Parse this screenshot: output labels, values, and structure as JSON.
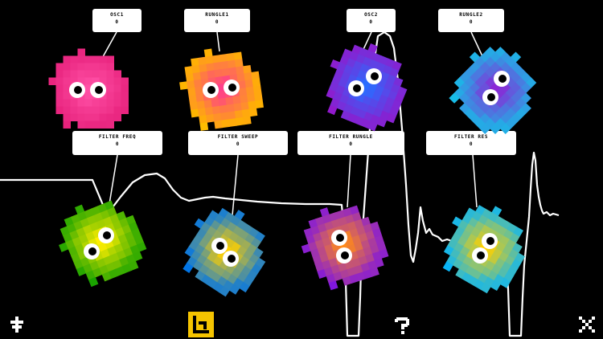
{
  "controls": [
    {
      "id": "osc1",
      "name": "OSC1",
      "value": "0",
      "colors": [
        "#e9257f",
        "#ff4fa5"
      ]
    },
    {
      "id": "rungle1",
      "name": "RUNGLE1",
      "value": "0",
      "colors": [
        "#ffb400",
        "#ff3f8a"
      ]
    },
    {
      "id": "osc2",
      "name": "OSC2",
      "value": "0",
      "colors": [
        "#8a1fd0",
        "#2a6cff"
      ]
    },
    {
      "id": "rungle2",
      "name": "RUNGLE2",
      "value": "0",
      "colors": [
        "#1fb2e6",
        "#8a28d6"
      ]
    },
    {
      "id": "filter_freq",
      "name": "FILTER FREQ",
      "value": "0",
      "colors": [
        "#2aa800",
        "#ffee00"
      ]
    },
    {
      "id": "filter_sweep",
      "name": "FILTER SWEEP",
      "value": "0",
      "colors": [
        "#137bd6",
        "#ffd000"
      ]
    },
    {
      "id": "filter_rungle",
      "name": "FILTER RUNGLE",
      "value": "0",
      "colors": [
        "#8a1fd0",
        "#ff8a1a"
      ]
    },
    {
      "id": "filter_res",
      "name": "FILTER RES",
      "value": "0",
      "colors": [
        "#1ab7e6",
        "#ffd000"
      ]
    }
  ],
  "toolbar": {
    "left_icon": "tree-icon",
    "keyboard_icon": "keyboard-icon",
    "help_icon": "question-icon",
    "close_icon": "close-icon",
    "accent": "#f5c400"
  }
}
